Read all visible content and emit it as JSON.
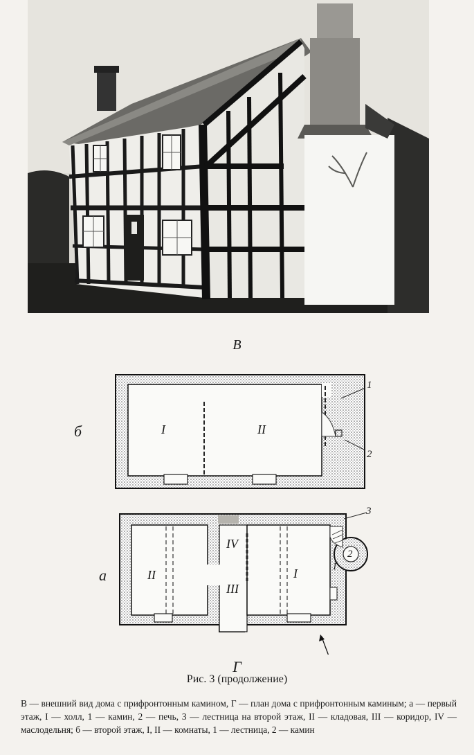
{
  "figure": {
    "photo_label": "В",
    "plan_label": "Г",
    "title": "Рис. 3  (продолжение)",
    "caption_line1": "В — внешний вид дома с прифронтонным камином, Г — план дома с прифронтонным каминым; а — первый этаж, I — холл, 1 — камин, 2 — печь, 3 — лестница на второй этаж, II — кладовая, III — коридор, IV — маслодельня; б — второй этаж, I, II — комнаты, 1 — лестница, 2 — камин"
  },
  "plan_upper": {
    "side_label": "б",
    "rooms": [
      "I",
      "II"
    ],
    "callouts": [
      "1",
      "2"
    ]
  },
  "plan_lower": {
    "side_label": "а",
    "rooms": [
      "II",
      "IV",
      "III",
      "I"
    ],
    "callouts": [
      "3",
      "2",
      "1"
    ]
  }
}
